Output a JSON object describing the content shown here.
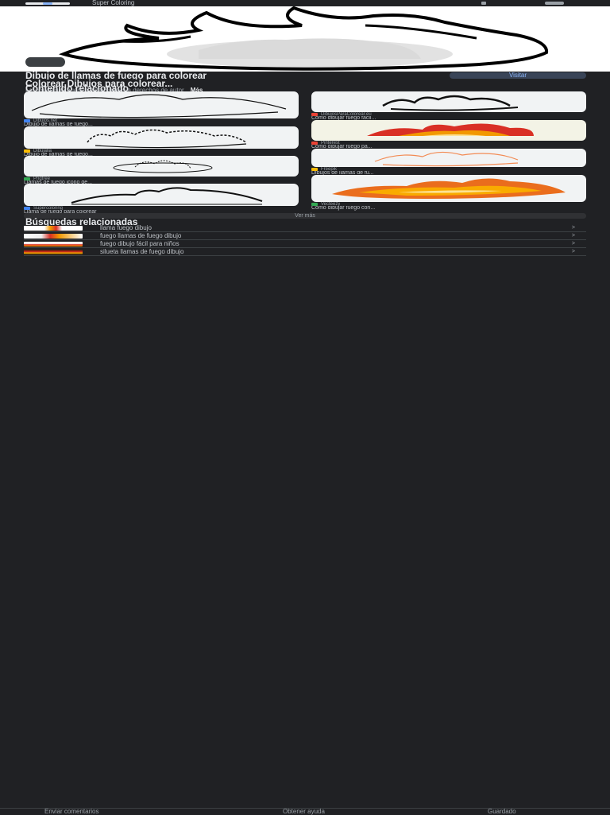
{
  "topbar": {
    "site_name": "Super Coloring"
  },
  "result": {
    "title_line1": "Dibujo de llamas de fuego para colorear",
    "title_line2": "Colorear Dibujos para colorear...",
    "subtitle": "Las imágenes pueden estar sujetas a derechos de autor.",
    "more_label": "Más",
    "visit_label": "Visitar"
  },
  "related": {
    "heading": "Contenido relacionado",
    "cards": [
      {
        "source": "Dibujos.net",
        "caption": "Dibujo de llamas de fuego...",
        "fav_color": "#4285f4"
      },
      {
        "source": "DibujosParaColorear.eu",
        "caption": "Cómo dibujar fuego fácil...",
        "fav_color": "#ea4335"
      },
      {
        "source": "Dibujalia",
        "caption": "Dibujo de llamas de fuego...",
        "fav_color": "#fbbc04"
      },
      {
        "source": "Pinterest",
        "caption": "Cómo dibujar fuego pa...",
        "fav_color": "#ea4335"
      },
      {
        "source": "Pngtree",
        "caption": "Llamas de fuego icono de...",
        "fav_color": "#34a853"
      },
      {
        "source": "Freepik",
        "caption": "Dibujos de llamas de fu...",
        "fav_color": "#fbbc04"
      },
      {
        "source": "Supercoloring",
        "caption": "Llama de fuego para colorear",
        "fav_color": "#4285f4"
      },
      {
        "source": "Vecteezy",
        "caption": "Cómo dibujar fuego con...",
        "fav_color": "#34a853"
      }
    ],
    "see_more_label": "Ver más"
  },
  "searches": {
    "heading": "Búsquedas relacionadas",
    "items": [
      {
        "text": "llama fuego dibujo"
      },
      {
        "text": "fuego llamas de fuego dibujo"
      },
      {
        "text": "fuego dibujo fácil para niños"
      },
      {
        "text": "silueta llamas de fuego dibujo"
      }
    ]
  },
  "footer": {
    "send_feedback": "Enviar comentarios",
    "help": "Obtener ayuda",
    "saved": "Guardado"
  }
}
